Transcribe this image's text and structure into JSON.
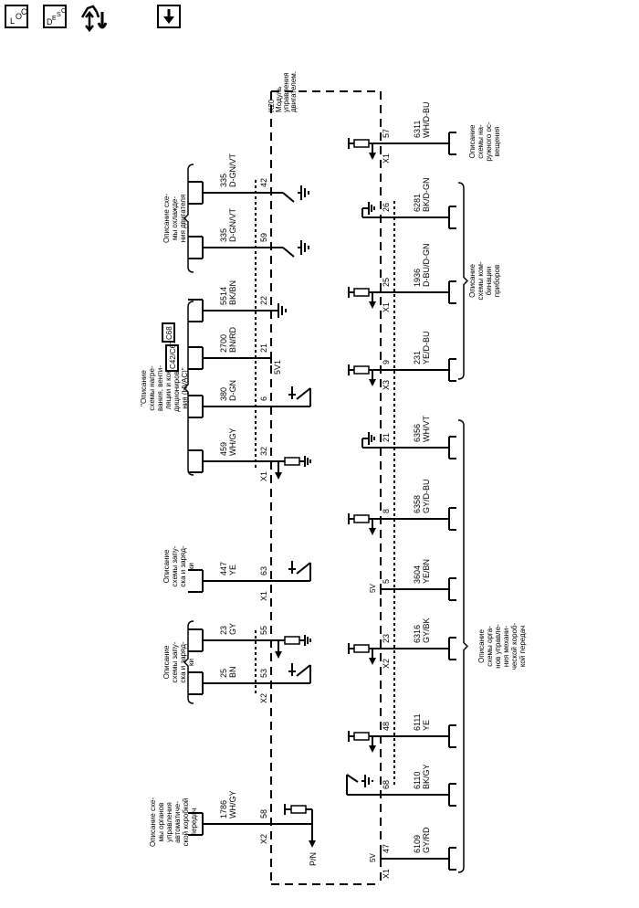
{
  "toolbar": {
    "loc_button": {
      "label": "LOC",
      "letters": [
        "L",
        "O",
        "C"
      ]
    },
    "desc_button": {
      "label": "DESC",
      "letters": [
        "D",
        "E",
        "S",
        "C"
      ]
    },
    "connector_button": {
      "label": "connector-view"
    },
    "download_button": {
      "label": "down-arrow"
    }
  },
  "module": {
    "ref": "K20",
    "name_lines": [
      "Модуль",
      "управления",
      "двигателем."
    ]
  },
  "reference_boxes": [
    "C68",
    "C42/C67"
  ],
  "left_groups": [
    {
      "id": "cooling",
      "description_lines": [
        "Описание схе-",
        "мы охлажде-",
        "ния двигателя"
      ]
    },
    {
      "id": "hvac",
      "description_lines": [
        "\"Описание",
        "схемы нагре-",
        "вания, венти-",
        "ляции и кон-",
        "диционирова-",
        "ния (HVAC)\""
      ]
    },
    {
      "id": "start-charge-1",
      "description_lines": [
        "Описание",
        "схемы запу-",
        "ска и заряд-",
        "ки"
      ]
    },
    {
      "id": "start-charge-2",
      "description_lines": [
        "Описание",
        "схемы запу-",
        "ска и заряд-",
        "ки"
      ]
    },
    {
      "id": "auto-trans",
      "description_lines": [
        "Описание схе-",
        "мы органов",
        "управления",
        "автоматиче-",
        "ской коробкой",
        "передач"
      ]
    }
  ],
  "left_circuits": [
    {
      "circuit": "335",
      "color": "D-GN/VT",
      "pin": "42",
      "connector": "",
      "term": "switch-ground"
    },
    {
      "circuit": "335",
      "color": "D-GN/VT",
      "pin": "59",
      "connector": "",
      "term": "switch-ground"
    },
    {
      "circuit": "5514",
      "color": "BK/BN",
      "pin": "22",
      "connector": "",
      "term": "ground"
    },
    {
      "circuit": "2700",
      "color": "BN/RD",
      "pin": "21",
      "connector": "",
      "term": "5V1",
      "term_label": "5V1"
    },
    {
      "circuit": "380",
      "color": "D-GN",
      "pin": "6",
      "connector": "",
      "term": "switch-high"
    },
    {
      "circuit": "459",
      "color": "WH/GY",
      "pin": "32",
      "connector": "X1",
      "term": "pulldown"
    },
    {
      "circuit": "447",
      "color": "YE",
      "pin": "63",
      "connector": "X1",
      "term": "switch-high"
    },
    {
      "circuit": "23",
      "color": "GY",
      "pin": "55",
      "connector": "",
      "term": "pulldown"
    },
    {
      "circuit": "25",
      "color": "BN",
      "pin": "53",
      "connector": "X2",
      "term": "switch-high"
    },
    {
      "circuit": "1786",
      "color": "WH/GY",
      "pin": "58",
      "connector": "X2",
      "term": "pullup-output",
      "term_label": "P/N"
    }
  ],
  "right_groups": [
    {
      "id": "exterior-light",
      "description_lines": [
        "Описание",
        "схемы на-",
        "ружного ос-",
        "вещения"
      ]
    },
    {
      "id": "instrument-cluster",
      "description_lines": [
        "Описание",
        "схемы ком-",
        "бинации",
        "приборов"
      ]
    },
    {
      "id": "manual-trans",
      "description_lines": [
        "Описание",
        "схемы орга-",
        "нов управле-",
        "ния механи-",
        "ческой короб-",
        "кой передач"
      ]
    }
  ],
  "right_circuits": [
    {
      "circuit": "6311",
      "color": "WH/D-BU",
      "pin": "57",
      "connector": "X1",
      "term": "pullup"
    },
    {
      "circuit": "6281",
      "color": "BK/D-GN",
      "pin": "26",
      "connector": "",
      "term": "ground"
    },
    {
      "circuit": "1936",
      "color": "D-BU/D-GN",
      "pin": "25",
      "connector": "X1",
      "term": "pullup"
    },
    {
      "circuit": "231",
      "color": "YE/D-BU",
      "pin": "9",
      "connector": "X3",
      "term": "pullup"
    },
    {
      "circuit": "6356",
      "color": "WH/VT",
      "pin": "21",
      "connector": "",
      "term": "ground"
    },
    {
      "circuit": "6358",
      "color": "GY/D-BU",
      "pin": "8",
      "connector": "",
      "term": "pullup"
    },
    {
      "circuit": "3604",
      "color": "YE/BN",
      "pin": "5",
      "connector": "",
      "term": "5V",
      "term_label": "5V"
    },
    {
      "circuit": "6316",
      "color": "GY/BK",
      "pin": "23",
      "connector": "X2",
      "term": "pullup"
    },
    {
      "circuit": "6111",
      "color": "YE",
      "pin": "48",
      "connector": "",
      "term": "pullup"
    },
    {
      "circuit": "6110",
      "color": "BK/GY",
      "pin": "68",
      "connector": "",
      "term": "switch-ground"
    },
    {
      "circuit": "6109",
      "color": "GY/RD",
      "pin": "47",
      "connector": "X1",
      "term": "5V",
      "term_label": "5V"
    }
  ]
}
